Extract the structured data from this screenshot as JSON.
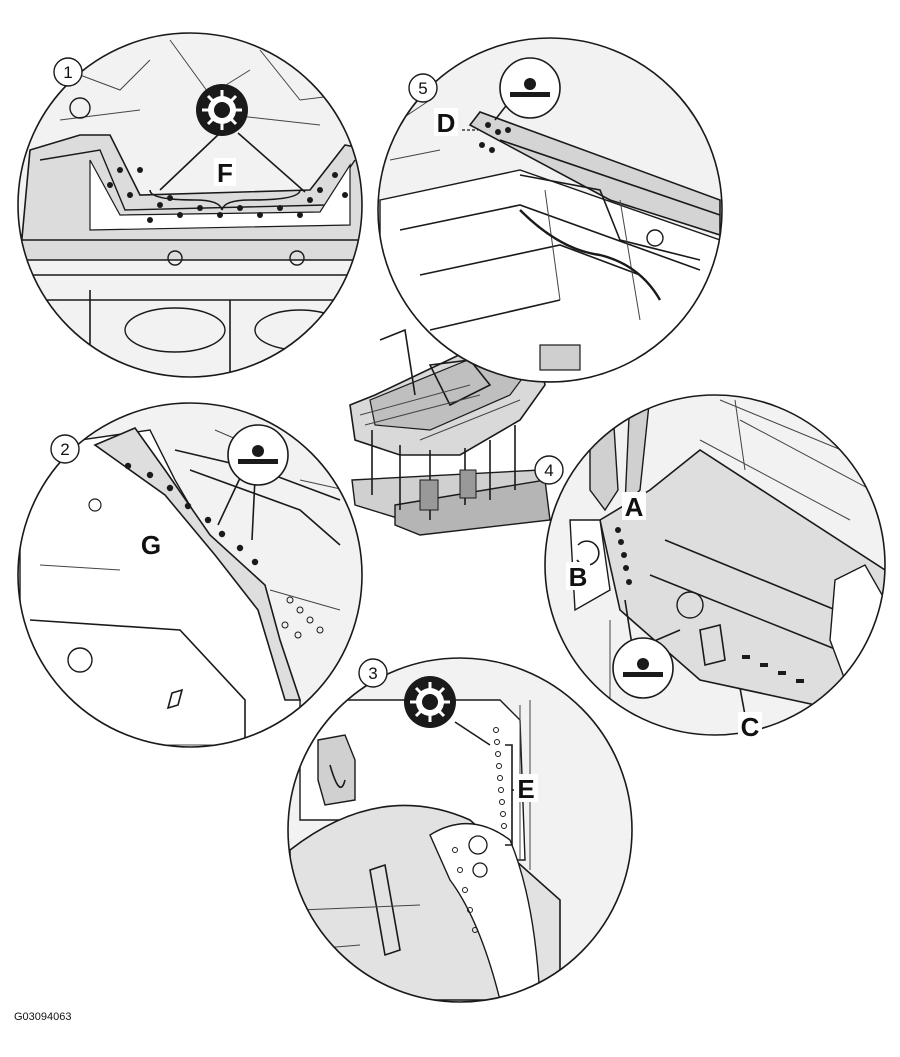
{
  "figure_id": "G03094063",
  "views": [
    {
      "number": "1",
      "letter": "F",
      "symbol": "spot-weld-icon"
    },
    {
      "number": "2",
      "letter": "G",
      "symbol": "plug-weld-icon"
    },
    {
      "number": "3",
      "letter": "E",
      "symbol": "spot-weld-icon"
    },
    {
      "number": "4",
      "letters": [
        "A",
        "B",
        "C"
      ],
      "symbol": "plug-weld-icon"
    },
    {
      "number": "5",
      "letter": "D",
      "symbol": "plug-weld-icon"
    }
  ],
  "colors": {
    "line": "#1a1a1a",
    "panel": "#e8e8e8",
    "background": "#ffffff"
  }
}
